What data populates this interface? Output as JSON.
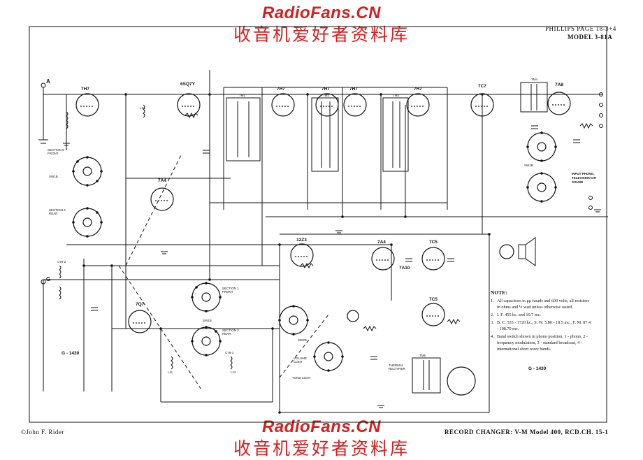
{
  "watermark": {
    "latin": "RadioFans.CN",
    "chinese": "收音机爱好者资料库"
  },
  "header": {
    "page_ref": "PHILLIPS PAGE 18-3+4",
    "model": "MODEL 3-81A"
  },
  "footer": {
    "copyright": "©John F. Rider",
    "record_changer": "RECORD CHANGER: V-M Model 400, RCD.CH. 15-1"
  },
  "schematic": {
    "tubes": [
      "7H7",
      "6SQ7Y",
      "7H7",
      "7H7",
      "7H7",
      "7H7",
      "7C7",
      "7A8",
      "7A4",
      "12Z3",
      "7A4",
      "7C5",
      "7C5",
      "7Q7",
      "7A10"
    ],
    "terminals": [
      "A",
      "G"
    ],
    "drawing_code_left": "G - 1430",
    "drawing_code_right": "G - 1430",
    "input_label": "INPUT PHONO, TELEVISION OR SOUND",
    "labels": [
      "SECTION 5 FRONT",
      "SECTION 4 REAR",
      "SECTION 1 FRONT",
      "SECTION 2 REAR",
      "SW1B",
      "SW1B",
      "SW2B",
      "SW1B",
      "TM1",
      "TM2",
      "TM3",
      "TM4",
      "TM5",
      "C76-2",
      "L11",
      "C76-1",
      "L12",
      "L13",
      "VOLUME CONT",
      "TONE CONT",
      "THERMAL RECTIFIER"
    ]
  },
  "note": {
    "title": "NOTE:",
    "items": [
      {
        "num": "1.",
        "text": "All capacitors in μμ farads and 600 volts, all resistors in ohms and ½ watt unless otherwise stated."
      },
      {
        "num": "2.",
        "text": "I. F. 455 kc. and 10.7 mc."
      },
      {
        "num": "3.",
        "text": "B. C. 535 - 1720 kc., S. W. 5.80 - 18.5 mc., F. M. 87.4 - 108.70 mc."
      },
      {
        "num": "4.",
        "text": "Band switch shown in phono position, 1 - phono, 2 - frequency modulation, 3 - standard broadcast, 4 - international short wave bands."
      }
    ]
  },
  "colors": {
    "ink": "#111111",
    "watermark": "#d42020",
    "paper": "#ffffff"
  }
}
